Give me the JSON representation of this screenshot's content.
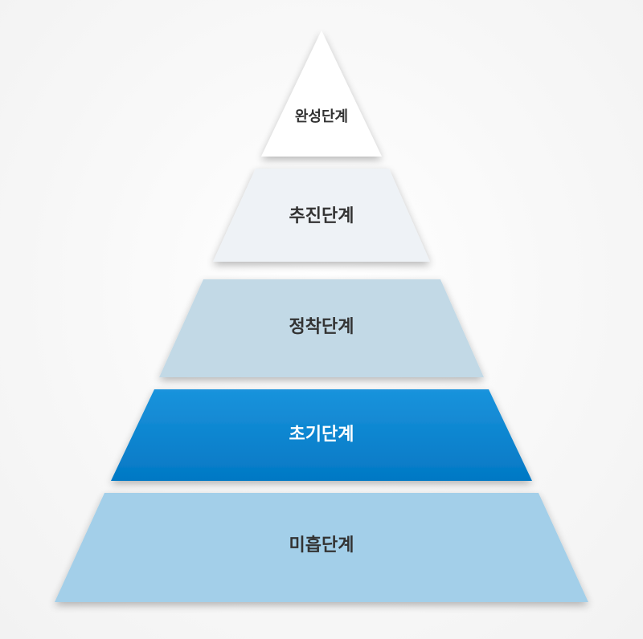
{
  "levels": [
    {
      "label": "완성단계",
      "fill": "#ffffff",
      "text_color": "#333333"
    },
    {
      "label": "추진단계",
      "fill": "#eef2f6",
      "text_color": "#333333"
    },
    {
      "label": "정착단계",
      "fill": "#c2d9e6",
      "text_color": "#333333"
    },
    {
      "label": "초기단계",
      "fill": "#0a84d0",
      "text_color": "#ffffff"
    },
    {
      "label": "미흡단계",
      "fill": "#a3cfe9",
      "text_color": "#333333"
    }
  ]
}
